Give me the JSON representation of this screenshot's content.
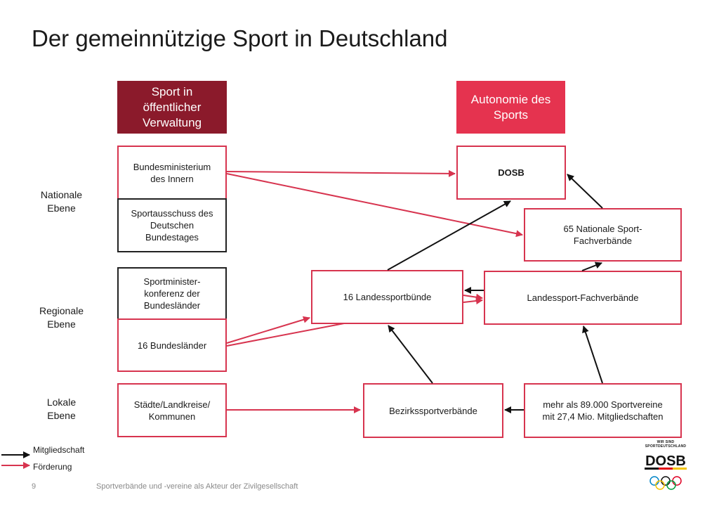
{
  "title": "Der gemeinnützige Sport in Deutschland",
  "headers": {
    "public": "Sport in öffentlicher Verwaltung",
    "autonomy": "Autonomie des Sports"
  },
  "levels": {
    "national": "Nationale\nEbene",
    "regional": "Regionale\nEbene",
    "local": "Lokale\nEbene"
  },
  "nodes": {
    "bmi": "Bundesministerium\ndes Innern",
    "sportausschuss": "Sportausschuss des\nDeutschen\nBundestages",
    "smk": "Sportminister-\nkonferenz der\nBundesländer",
    "bundeslaender": "16 Bundesländer",
    "staedte": "Städte/Landkreise/\nKommunen",
    "dosb": "DOSB",
    "nationale_fv": "65 Nationale Sport-\nFachverbände",
    "landessportbuende": "16 Landessportbünde",
    "landes_fv": "Landessport-Fachverbände",
    "bezirk": "Bezirkssportverbände",
    "vereine": "mehr als 89.000 Sportvereine\nmit 27,4 Mio. Mitgliedschaften"
  },
  "legend": {
    "membership": "Mitgliedschaft",
    "funding": "Förderung"
  },
  "footer": {
    "page": "9",
    "text": "Sportverbände und -vereine als Akteur der Zivilgesellschaft"
  },
  "logo": {
    "tagline": "WIR SIND\nSPORTDEUTSCHLAND",
    "letters": "DOSB"
  },
  "colors": {
    "public_header": "#8b1a2b",
    "autonomy_header": "#e5334f",
    "funding": "#d7344f",
    "membership": "#111111"
  }
}
